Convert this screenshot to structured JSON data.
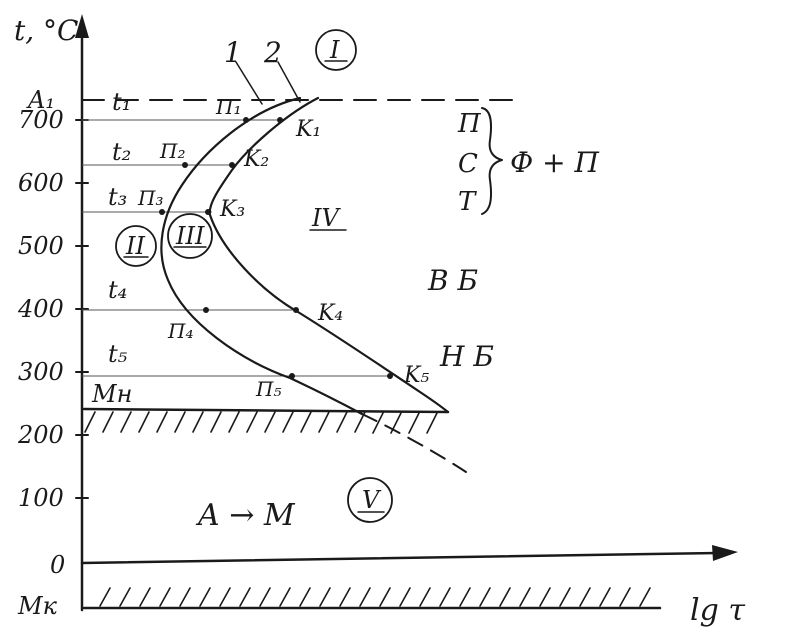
{
  "axes": {
    "y_label": "t, °C",
    "x_label": "lg τ",
    "a1_label": "A₁",
    "mn_label": "Mн",
    "mk_label": "Mк",
    "y_ticks": [
      "700",
      "600",
      "500",
      "400",
      "300",
      "200",
      "100",
      "0"
    ]
  },
  "curves": {
    "curve1_label": "1",
    "curve2_label": "2"
  },
  "temperatures": [
    "t₁",
    "t₂",
    "t₃",
    "t₄",
    "t₅"
  ],
  "points_start": [
    "П₁",
    "П₂",
    "П₃",
    "П₄",
    "П₅"
  ],
  "points_end": [
    "K₁",
    "K₂",
    "K₃",
    "K₄",
    "K₅"
  ],
  "regions": {
    "r1": "I",
    "r2": "II",
    "r3": "III",
    "r4": "IV",
    "r5": "V"
  },
  "annotations": {
    "pearlite": "П",
    "sorbite": "С",
    "troostite": "Т",
    "ferrite_pearlite": "Ф + П",
    "upper_bainite": "В Б",
    "lower_bainite": "Н Б",
    "martensite_transform": "A → M"
  }
}
